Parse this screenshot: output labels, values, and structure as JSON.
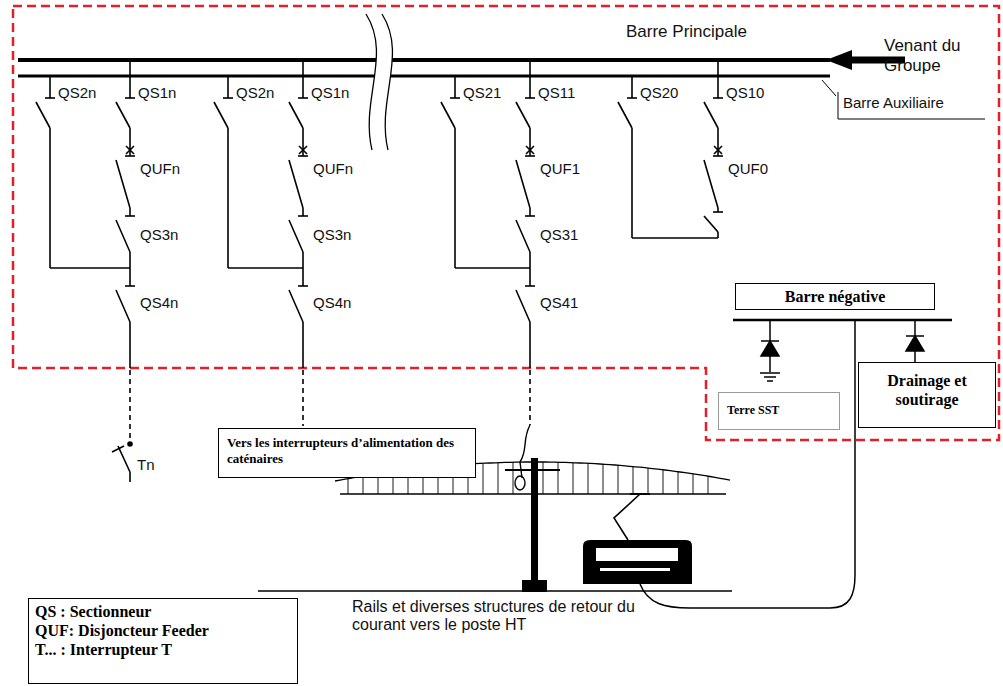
{
  "diagram": {
    "nodes": [
      {
        "text": [
          "Barre négative"
        ]
      },
      {
        "text": [
          "Terre SST"
        ]
      },
      {
        "text": [
          "Drainage et soutirage"
        ]
      },
      {
        "text": [
          "Vers les interrupteurs d’alimentation des caténaires"
        ]
      },
      {
        "text": [
          "QS : Sectionneur",
          "QUF: Disjoncteur Feeder",
          "T... : Interrupteur T"
        ]
      }
    ],
    "labels": [
      "Barre Principale",
      "Venant du Groupe",
      "Barre Auxiliaire",
      "QS2n",
      "QS1n",
      "QUFn",
      "QS3n",
      "QS4n",
      "QS2n",
      "QS1n",
      "QUFn",
      "QS3n",
      "QS4n",
      "QS21",
      "QS11",
      "QUF1",
      "QS31",
      "QS41",
      "QS20",
      "QS10",
      "QUF0",
      "Tn",
      "Rails et diverses structures de retour du courant vers le poste HT"
    ]
  }
}
